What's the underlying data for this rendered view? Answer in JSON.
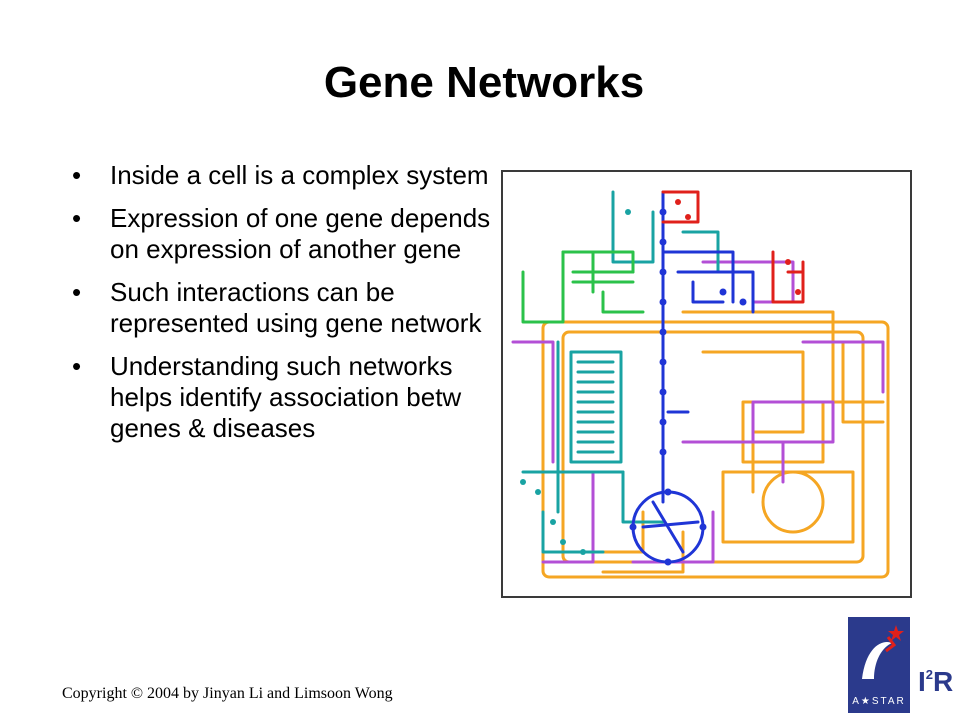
{
  "slide": {
    "title": "Gene Networks",
    "bullets": [
      "Inside a cell is a complex system",
      "Expression of one gene depends on expression of another gene",
      "Such interactions can be represented using gene network",
      "Understanding such networks helps identify association betw genes & diseases"
    ],
    "footer": "Copyright © 2004 by Jinyan Li and Limsoon Wong",
    "logo": {
      "astar_text": "A★STAR",
      "i2r_text": "I",
      "i2r_sup": "2",
      "i2r_r": "R"
    }
  },
  "colors": {
    "blue": "#1f35d6",
    "orange": "#f5a623",
    "purple": "#b34fd6",
    "teal": "#19a3a3",
    "green": "#2bc24a",
    "red": "#e0201b",
    "logo_bg": "#2b3a8c"
  }
}
